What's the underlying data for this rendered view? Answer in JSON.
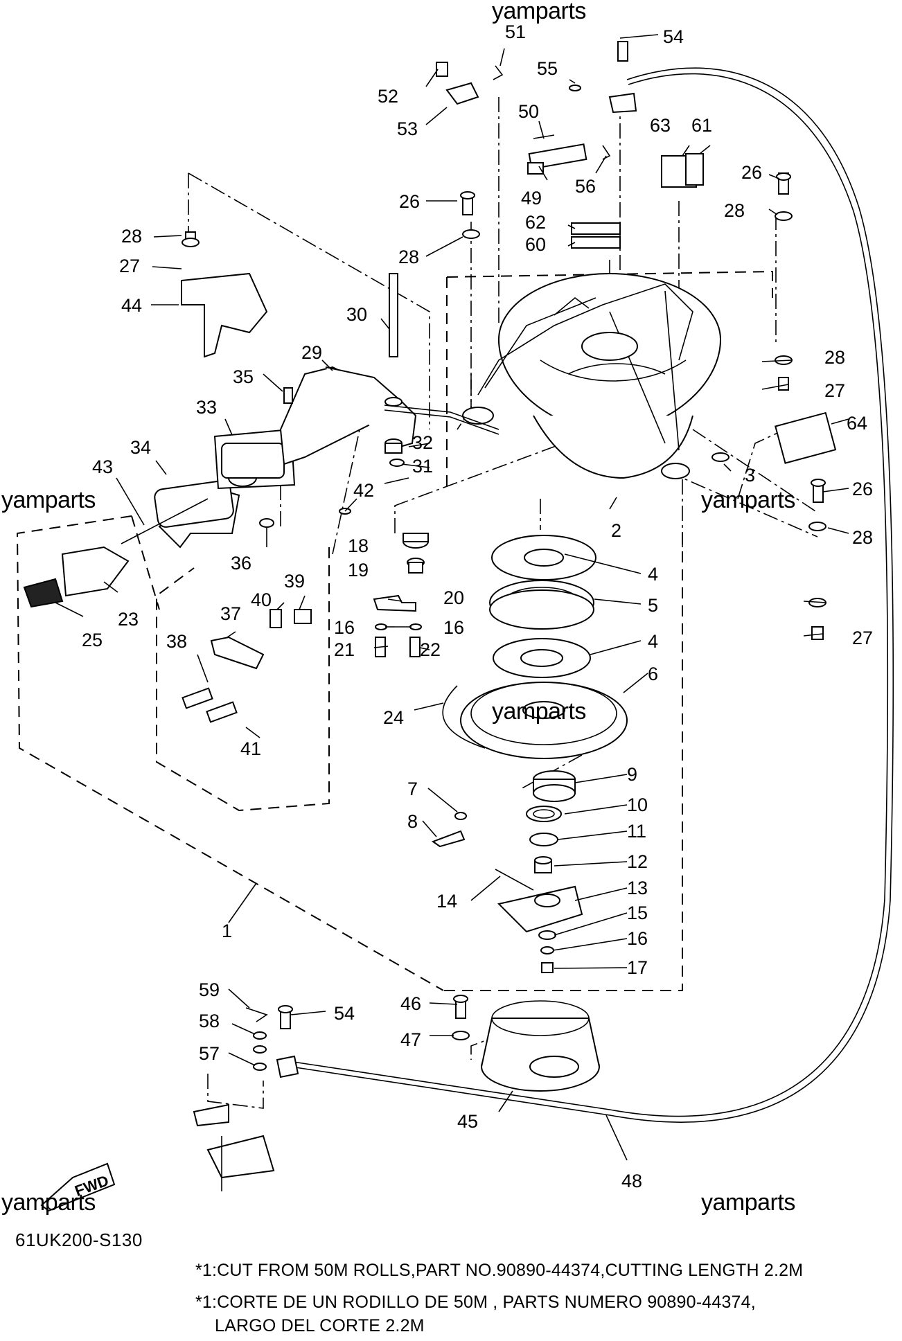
{
  "diagram_code": "61UK200-S130",
  "watermarks": [
    "yamparts",
    "yamparts",
    "yamparts",
    "yamparts",
    "yamparts",
    "yamparts"
  ],
  "fwd_label": "FWD",
  "callouts": [
    "1",
    "2",
    "3",
    "4",
    "4",
    "5",
    "6",
    "7",
    "8",
    "9",
    "10",
    "11",
    "12",
    "13",
    "14",
    "15",
    "16",
    "16",
    "16",
    "17",
    "18",
    "19",
    "20",
    "21",
    "22",
    "23",
    "24",
    "25",
    "26",
    "26",
    "26",
    "27",
    "27",
    "27",
    "28",
    "28",
    "28",
    "28",
    "28",
    "29",
    "30",
    "31",
    "32",
    "33",
    "34",
    "35",
    "36",
    "37",
    "38",
    "39",
    "40",
    "41",
    "42",
    "43",
    "44",
    "45",
    "46",
    "47",
    "48",
    "49",
    "50",
    "51",
    "52",
    "53",
    "54",
    "54",
    "55",
    "56",
    "57",
    "58",
    "59",
    "60",
    "61",
    "62",
    "63",
    "64"
  ],
  "notes": {
    "en": "*1:CUT FROM 50M ROLLS,PART NO.90890-44374,CUTTING LENGTH 2.2M",
    "es_line1": "*1:CORTE DE UN RODILLO DE 50M , PARTS NUMERO 90890-44374,",
    "es_line2": "LARGO DEL CORTE 2.2M"
  }
}
